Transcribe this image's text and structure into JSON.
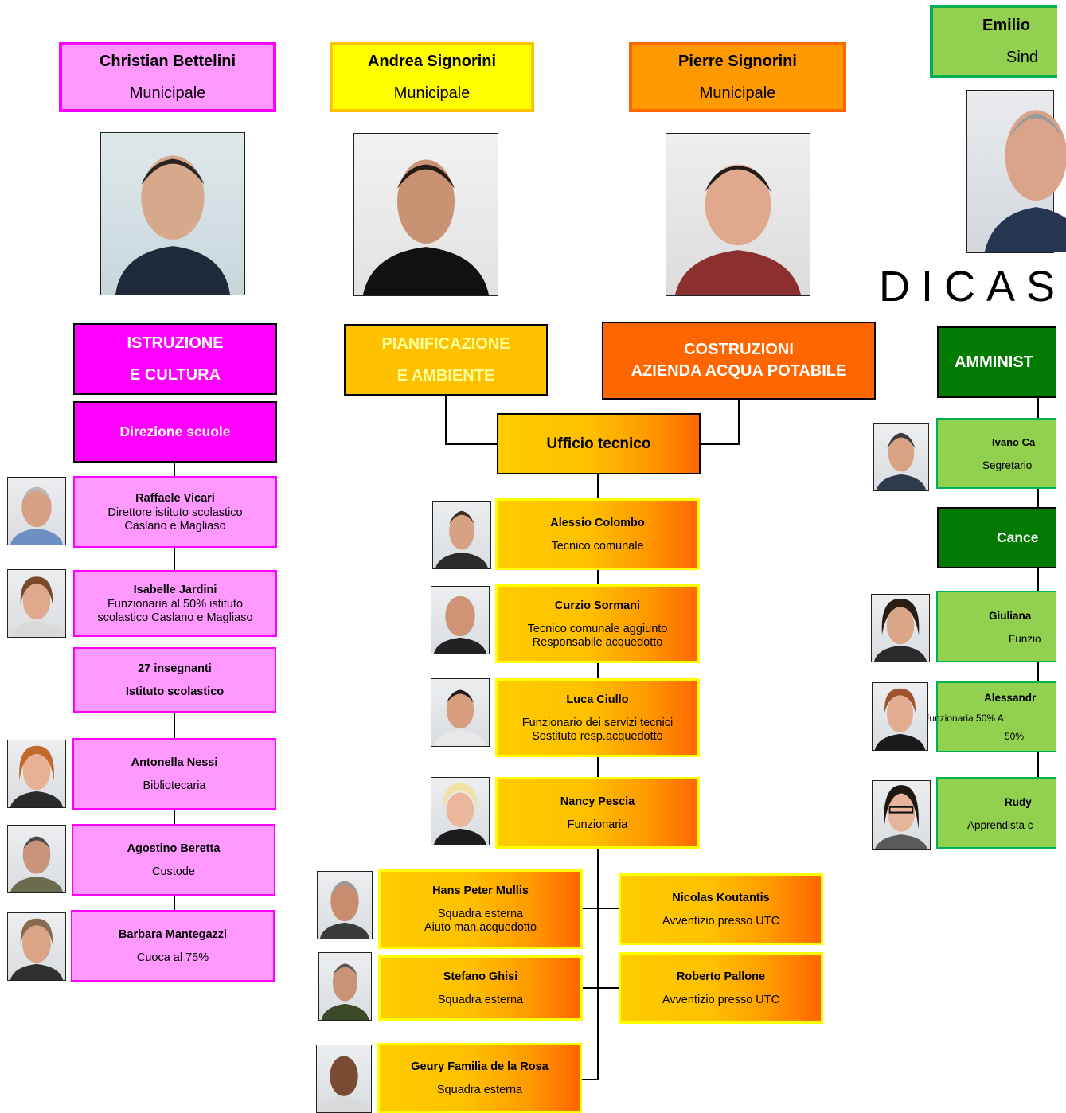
{
  "municipals": [
    {
      "name": "Christian Bettelini",
      "role": "Municipale",
      "color": "#ff99ff"
    },
    {
      "name": "Andrea Signorini",
      "role": "Municipale",
      "color": "#ffff00"
    },
    {
      "name": "Pierre Signorini",
      "role": "Municipale",
      "color": "#ff9900"
    },
    {
      "name": "Emilio",
      "role": "Sind",
      "color": "#92d050"
    }
  ],
  "dicastero_heading": "DICAS",
  "departments": {
    "istruzione": [
      "ISTRUZIONE",
      "E CULTURA"
    ],
    "pianificazione": [
      "PIANIFICAZIONE",
      "E AMBIENTE"
    ],
    "costruzioni": [
      "COSTRUZIONI",
      "AZIENDA ACQUA POTABILE"
    ],
    "amministrazione": "AMMINIST"
  },
  "istruzione": {
    "direzione": "Direzione scuole",
    "staff": [
      {
        "name": "Raffaele Vicari",
        "lines": [
          "Direttore istituto scolastico",
          "Caslano e Magliaso"
        ]
      },
      {
        "name": "Isabelle Jardini",
        "lines": [
          "Funzionaria al 50%  istituto",
          "scolastico Caslano e Magliaso"
        ]
      },
      {
        "name": "27 insegnanti",
        "lines": [
          "Istituto scolastico"
        ]
      },
      {
        "name": "Antonella Nessi",
        "lines": [
          "Bibliotecaria"
        ]
      },
      {
        "name": "Agostino Beretta",
        "lines": [
          "Custode"
        ]
      },
      {
        "name": "Barbara Mantegazzi",
        "lines": [
          "Cuoca al 75%"
        ]
      }
    ]
  },
  "ufficio": {
    "title": "Ufficio tecnico",
    "staff": [
      {
        "name": "Alessio Colombo",
        "lines": [
          "Tecnico comunale"
        ]
      },
      {
        "name": "Curzio Sormani",
        "lines": [
          "Tecnico comunale aggiunto",
          "Responsabile acquedotto"
        ]
      },
      {
        "name": "Luca Ciullo",
        "lines": [
          "Funzionario dei servizi tecnici",
          "Sostituto resp.acquedotto"
        ]
      },
      {
        "name": "Nancy Pescia",
        "lines": [
          "Funzionaria"
        ]
      }
    ],
    "external": [
      {
        "name": "Hans Peter Mullis",
        "lines": [
          "Squadra esterna",
          "Aiuto man.acquedotto"
        ]
      },
      {
        "name": "Stefano Ghisi",
        "lines": [
          "Squadra esterna"
        ]
      },
      {
        "name": "Geury Familia de la Rosa",
        "lines": [
          "Squadra esterna"
        ]
      }
    ],
    "temporary": [
      {
        "name": "Nicolas Koutantis",
        "lines": [
          "Avventizio presso UTC"
        ]
      },
      {
        "name": "Roberto Pallone",
        "lines": [
          "Avventizio presso UTC"
        ]
      }
    ]
  },
  "amministrazione": {
    "staff1": {
      "name": "Ivano Ca",
      "lines": [
        "Segretario"
      ]
    },
    "cancelleria": "Cance",
    "staff": [
      {
        "name": "Giuliana",
        "lines": [
          "Funzio"
        ]
      },
      {
        "name": "Alessandr",
        "lines": [
          "Funzionaria 50% A",
          "50%"
        ]
      },
      {
        "name": "Rudy",
        "lines": [
          "Apprendista c"
        ]
      }
    ]
  }
}
